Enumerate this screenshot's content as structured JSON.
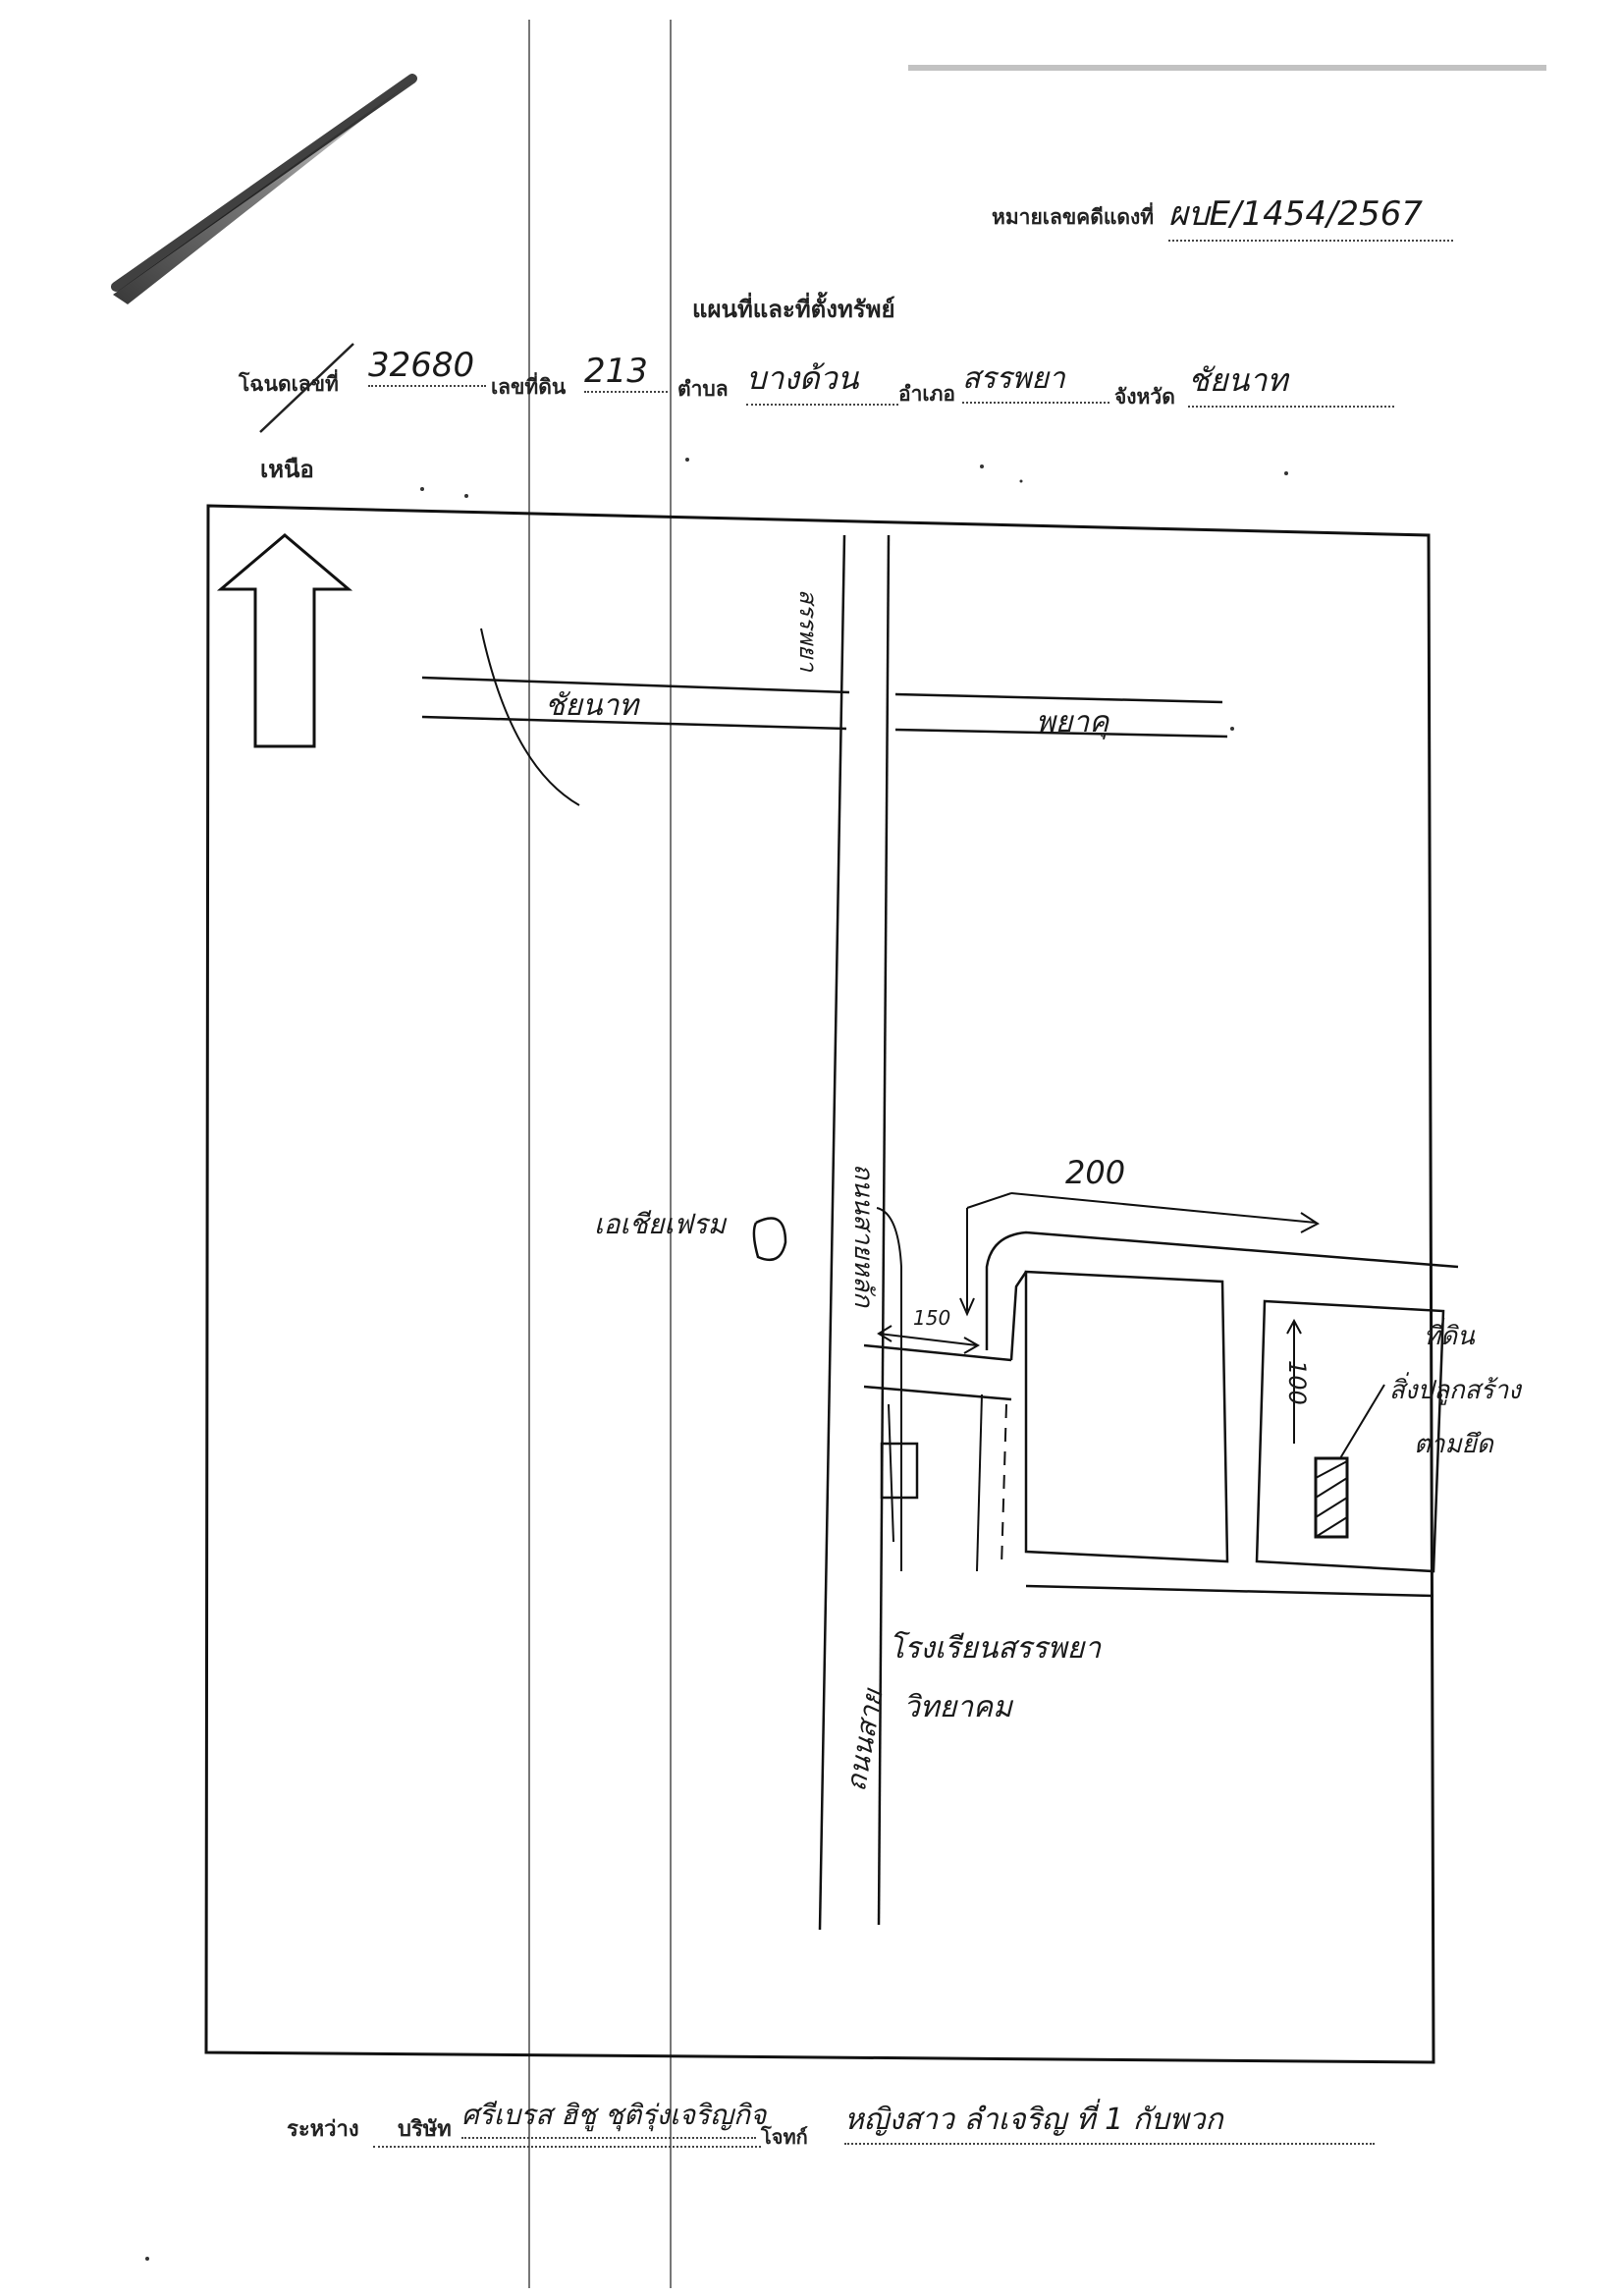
{
  "header": {
    "case_label": "หมายเลขคดีแดงที่",
    "case_value": "ผบE/1454/2567",
    "title": "แผนที่และที่ตั้งทรัพย์"
  },
  "deed_line": {
    "deed_label": "โฉนดเลขที่",
    "deed_value": "32680",
    "land_no_label": "เลขที่ดิน",
    "land_no_value": "213",
    "subdistrict_label": "ตำบล",
    "subdistrict_value": "บางด้วน",
    "district_label": "อำเภอ",
    "district_value": "สรรพยา",
    "province_label": "จังหวัด",
    "province_value": "ชัยนาท"
  },
  "north_label": "เหนือ",
  "map": {
    "road_top_left": "ชัยนาท",
    "road_top_right": "พยาคุ",
    "road_vertical_top": "สรรพยา",
    "road_vertical_mid": "ถนนสายหลัก",
    "road_vertical_bottom": "ถนนสาย",
    "landmark_left": "เอเชียเฟรม",
    "landmark_bottom_line1": "โรงเรียนสรรพยา",
    "landmark_bottom_line2": "วิทยาคม",
    "dim_top": "200",
    "dim_left": "150",
    "dim_right": "100",
    "property_label_line1": "ที่ดิน",
    "property_label_line2": "สิ่งปลูกสร้าง",
    "property_label_line3": "ตามยึด"
  },
  "footer": {
    "between_label": "ระหว่าง",
    "company_label": "บริษัท",
    "plaintiff": "ศรีเบรส ฮิชู ชุติรุ่งเจริญกิจ",
    "defendant_label": "โจทก์",
    "defendant": "หญิงสาว ลำเจริญ ที่ 1 กับพวก"
  }
}
